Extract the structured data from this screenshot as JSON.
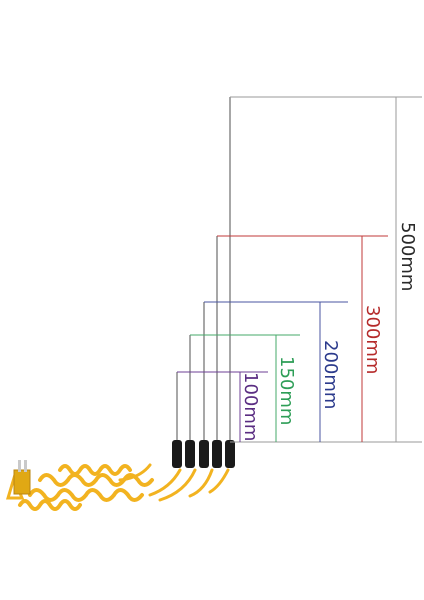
{
  "product": {
    "probe_count": 5,
    "cable_color": "#f2b320",
    "handle_color": "#1a1a1a"
  },
  "dimensions": [
    {
      "id": "d100",
      "label": "100mm",
      "color": "#5a2d82"
    },
    {
      "id": "d150",
      "label": "150mm",
      "color": "#2e9e57"
    },
    {
      "id": "d200",
      "label": "200mm",
      "color": "#2b3a8c"
    },
    {
      "id": "d300",
      "label": "300mm",
      "color": "#b52a2a"
    },
    {
      "id": "d500",
      "label": "500mm",
      "color": "#2a2a2a"
    }
  ]
}
